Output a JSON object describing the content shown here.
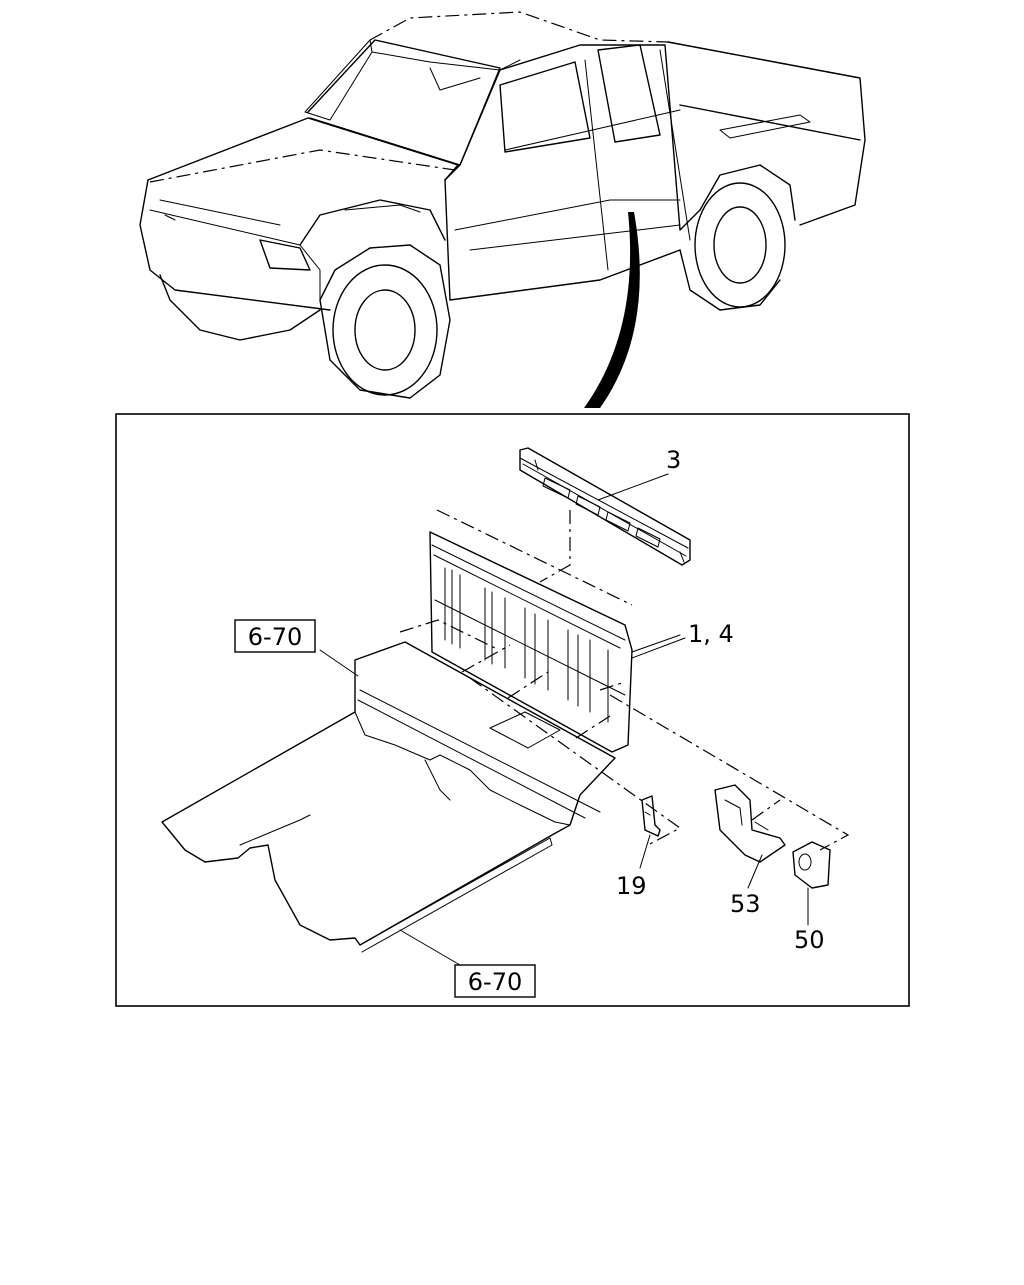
{
  "callouts": {
    "part_3": "3",
    "part_1_4": "1, 4",
    "part_19": "19",
    "part_53": "53",
    "part_50": "50"
  },
  "references": {
    "upper_left": "6-70",
    "bottom": "6-70"
  },
  "colors": {
    "line": "#000000",
    "background": "#ffffff"
  }
}
